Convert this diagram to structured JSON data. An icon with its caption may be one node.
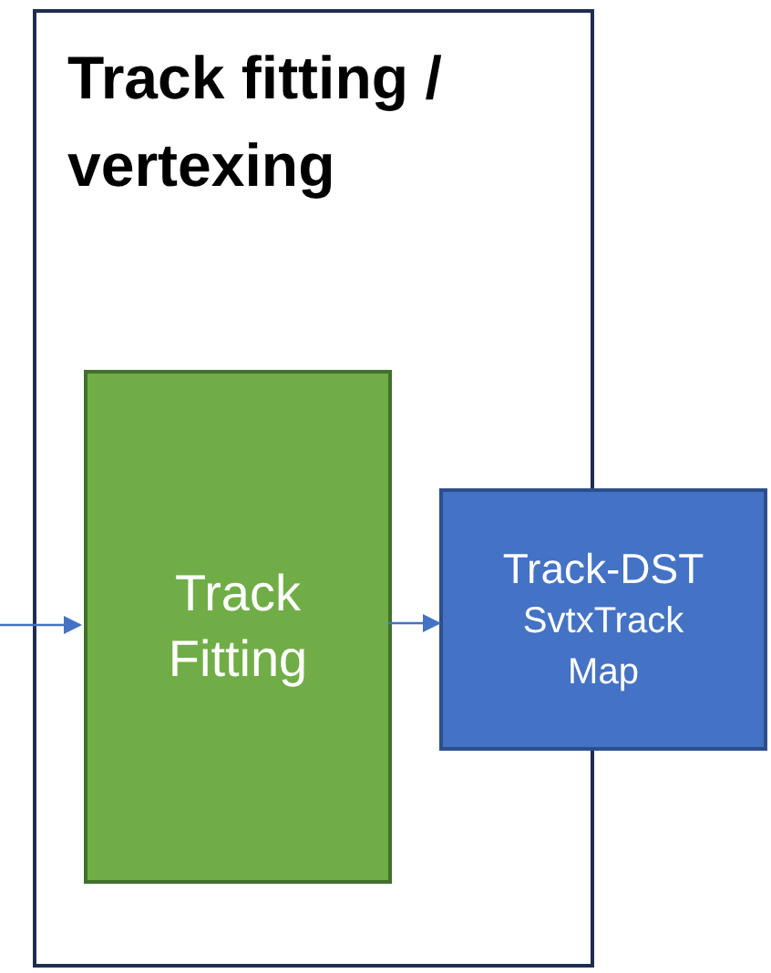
{
  "diagram": {
    "nodes": [
      {
        "text": [
          "Track fitting / vertexing"
        ]
      },
      {
        "text": [
          "Track Fitting"
        ],
        "in": 0
      },
      {
        "text": [
          "Track-DST",
          "SvtxTrack Map"
        ]
      }
    ],
    "edges": [
      {
        "from": null,
        "to": 1,
        "arrow": "to"
      },
      {
        "from": 1,
        "to": 2,
        "arrow": "to"
      }
    ]
  }
}
